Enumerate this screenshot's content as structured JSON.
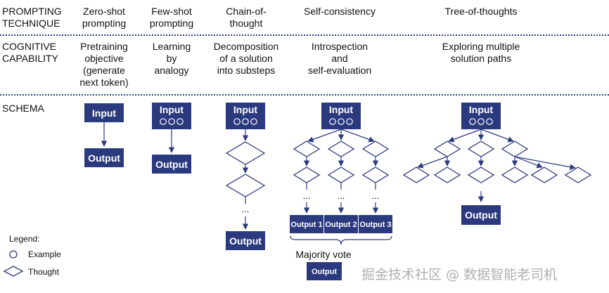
{
  "labels": {
    "row_technique": "PROMPTING\nTECHNIQUE",
    "row_capability": "COGNITIVE\nCAPABILITY",
    "row_schema": "SCHEMA"
  },
  "techniques": [
    {
      "name": "Zero-shot\nprompting",
      "capability": "Pretraining\nobjective\n(generate\nnext token)"
    },
    {
      "name": "Few-shot\nprompting",
      "capability": "Learning\nby\nanalogy"
    },
    {
      "name": "Chain-of-\nthought",
      "capability": "Decomposition\nof a solution\ninto substeps"
    },
    {
      "name": "Self-consistency",
      "capability": "Introspection\nand\nself-evaluation"
    },
    {
      "name": "Tree-of-thoughts",
      "capability": "Exploring multiple\nsolution paths"
    }
  ],
  "schema": {
    "input": "Input",
    "output": "Output",
    "output_1": "Output 1",
    "output_2": "Output 2",
    "output_3": "Output 3",
    "ellipsis": "...",
    "majority_vote": "Majority vote"
  },
  "legend": {
    "title": "Legend:",
    "example": "Example",
    "thought": "Thought"
  },
  "watermark": "掘金技术社区 @ 数据智能老司机",
  "colors": {
    "box": "#2b3a7e",
    "line": "#2b3a7e",
    "divider": "#2a3f7a"
  }
}
